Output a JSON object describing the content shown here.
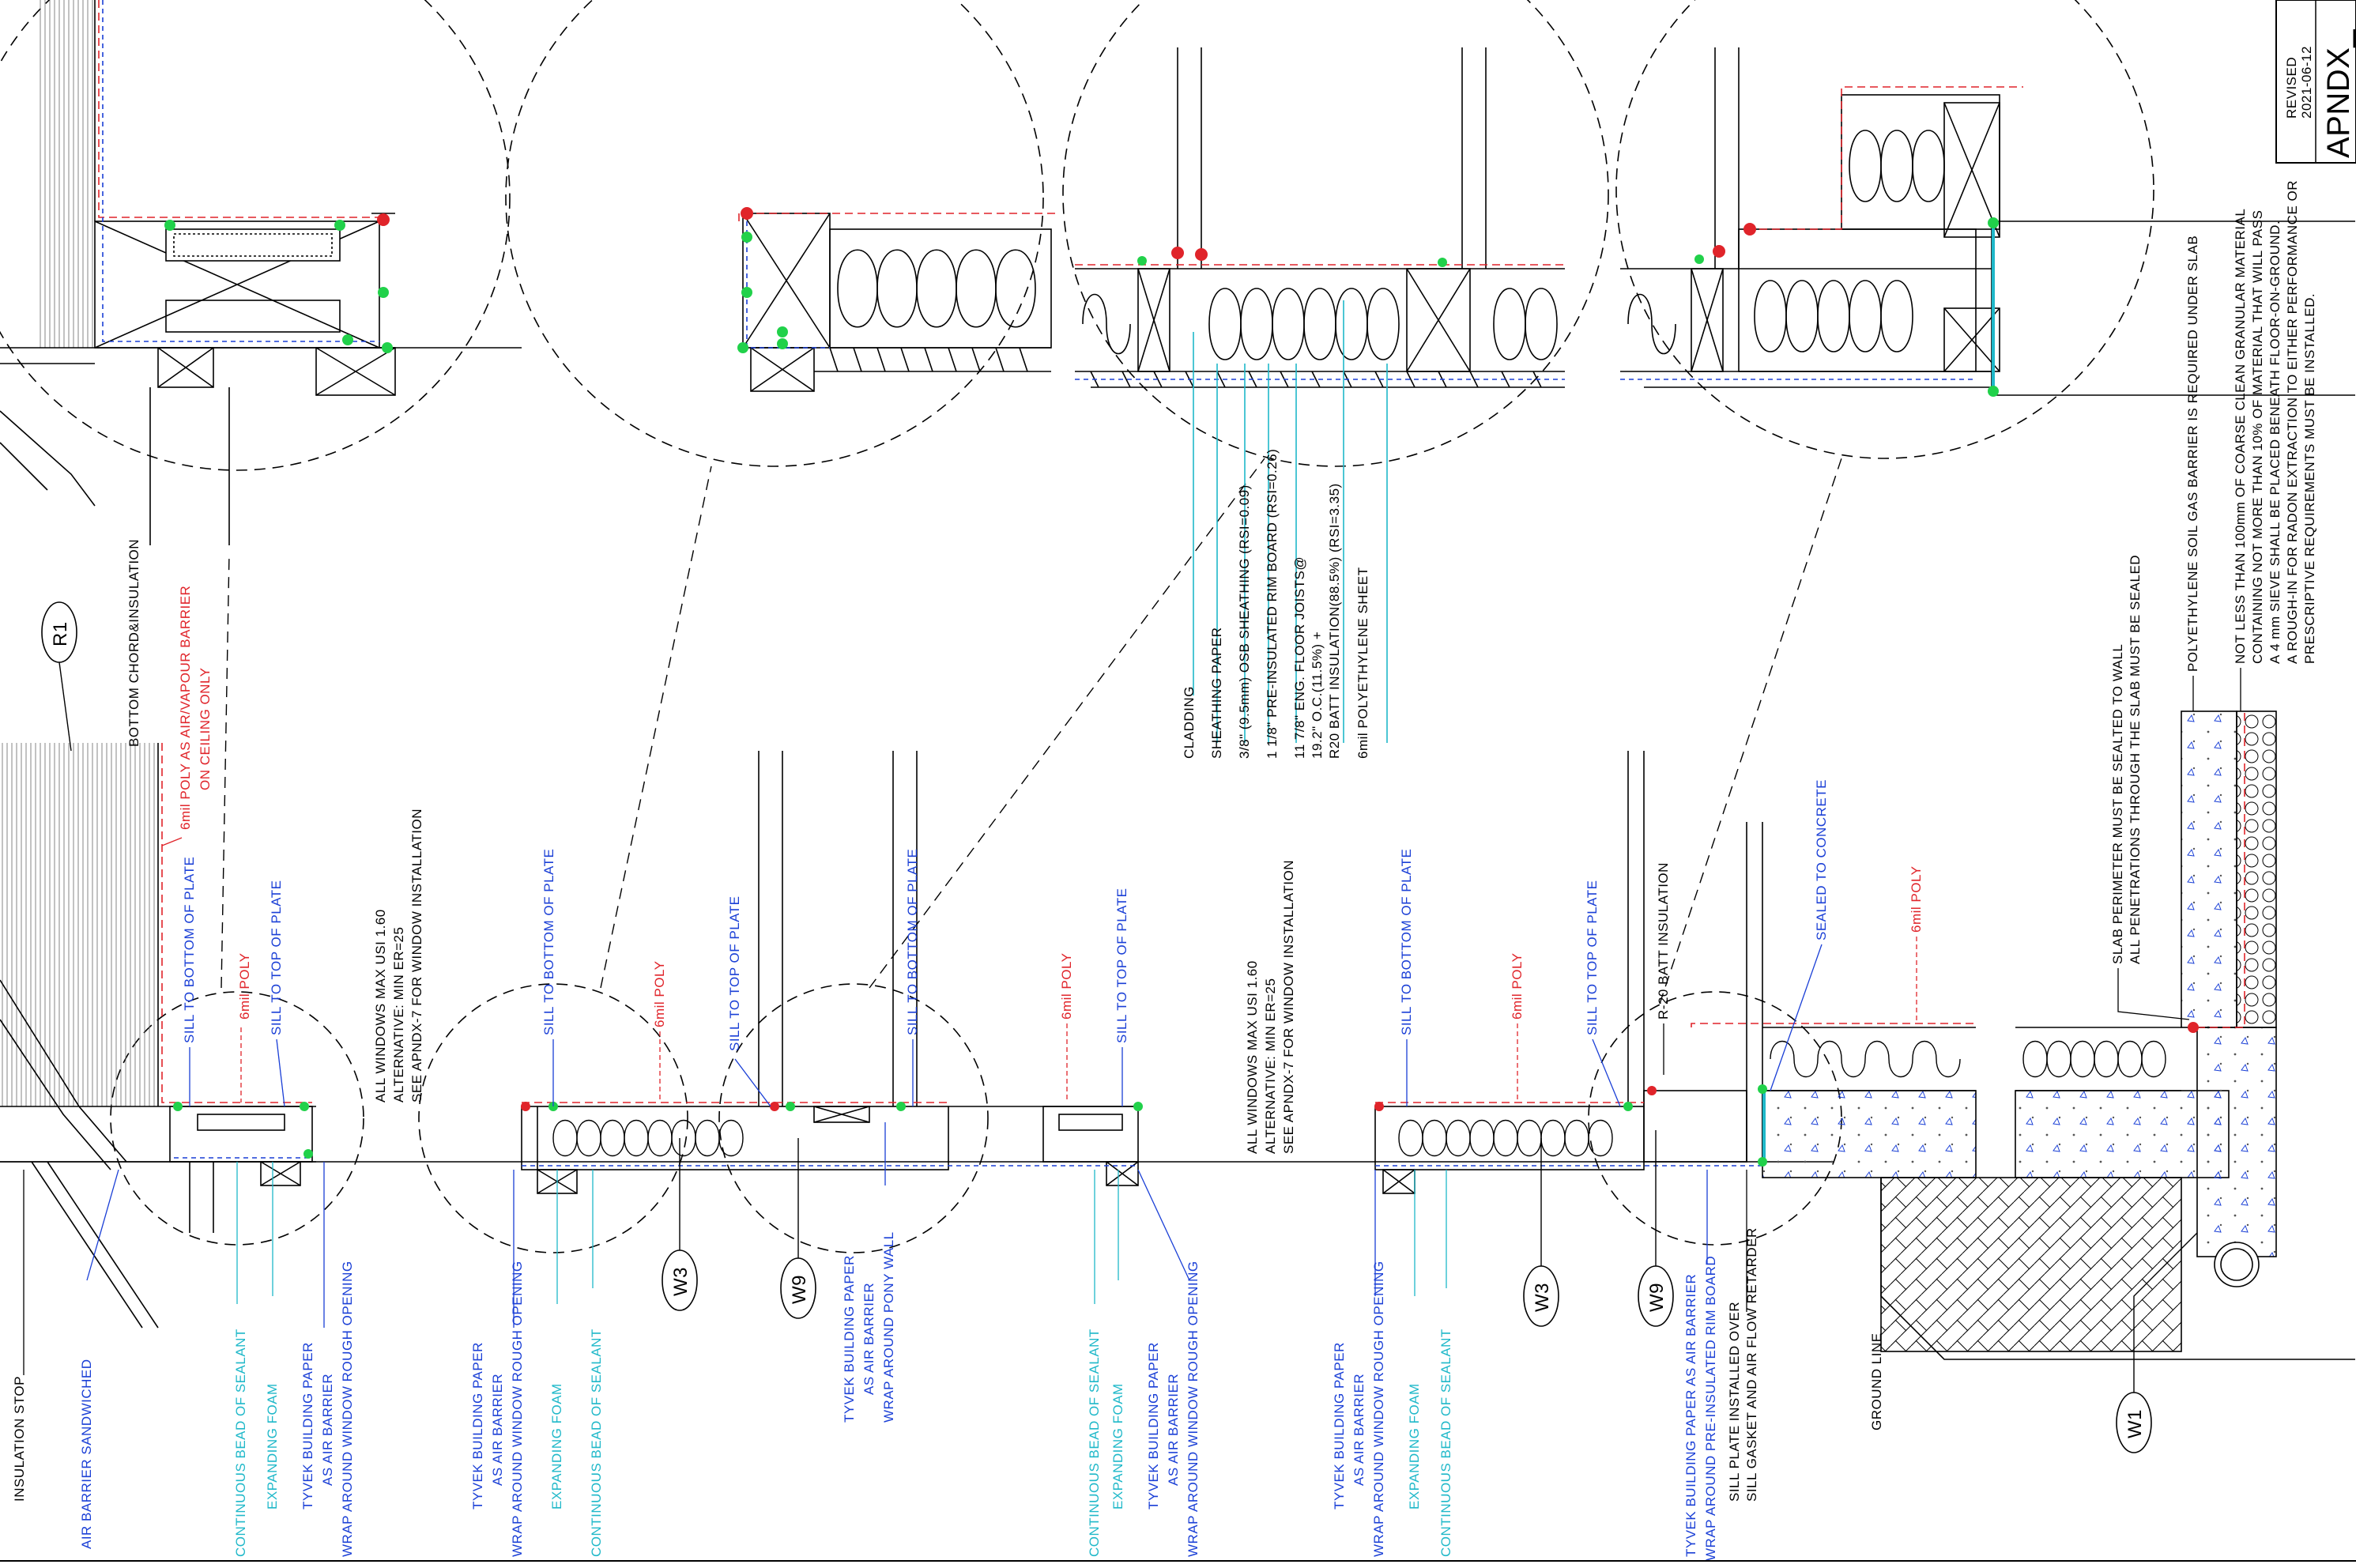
{
  "title_block": {
    "revised_label": "REVISED",
    "revised_date": "2021-06-12",
    "sheet_code": "APNDX_"
  },
  "bubbles": {
    "r1": "R1",
    "w3_a": "W3",
    "w9_a": "W9",
    "w3_b": "W3",
    "w9_b": "W9",
    "w1": "W1"
  },
  "labels": {
    "insulation_stop": "INSULATION STOP",
    "air_barrier_sandwiched": "AIR BARRIER SANDWICHED",
    "continuous_bead_1": "CONTINUOUS BEAD OF SEALANT",
    "expanding_foam_1": "EXPANDING FOAM",
    "tyvek_1a": "TYVEK BUILDING PAPER",
    "tyvek_1b": "AS AIR BARRIER",
    "tyvek_1c": "WRAP AROUND WINDOW ROUGH OPENING",
    "bottom_chord": "BOTTOM CHORD&INSULATION",
    "poly_ceiling_a": "6mil POLY AS AIR/VAPOUR BARRIER",
    "poly_ceiling_b": "ON CEILING ONLY",
    "sill_bottom_1": "SILL TO BOTTOM OF PLATE",
    "poly_1": "6mil POLY",
    "sill_top_1": "SILL TO TOP OF PLATE",
    "windows_note_1a": "ALL WINDOWS MAX USI 1.60",
    "windows_note_1b": "ALTERNATIVE: MIN ER=25",
    "windows_note_1c": "SEE APNDX-7 FOR WINDOW INSTALLATION",
    "tyvek_2a": "TYVEK BUILDING PAPER",
    "tyvek_2b": "AS AIR BARRIER",
    "tyvek_2c": "WRAP AROUND WINDOW ROUGH OPENING",
    "expanding_foam_2": "EXPANDING FOAM",
    "continuous_bead_2": "CONTINUOUS BEAD OF SEALANT",
    "sill_bottom_2": "SILL TO BOTTOM OF PLATE",
    "poly_2": "6mil POLY",
    "sill_top_2": "SILL TO TOP OF PLATE",
    "tyvek_pony_a": "TYVEK BUILDING PAPER",
    "tyvek_pony_b": "AS AIR BARRIER",
    "tyvek_pony_c": "WRAP AROUND PONY WALL",
    "sill_bottom_3": "SILL TO BOTTOM OF PLATE",
    "poly_3": "6mil POLY",
    "sill_top_3": "SILL TO TOP OF PLATE",
    "continuous_bead_3": "CONTINUOUS BEAD OF SEALANT",
    "expanding_foam_3": "EXPANDING FOAM",
    "tyvek_3a": "TYVEK BUILDING PAPER",
    "tyvek_3b": "AS AIR BARRIER",
    "tyvek_3c": "WRAP AROUND WINDOW ROUGH OPENING",
    "windows_note_2a": "ALL WINDOWS MAX USI 1.60",
    "windows_note_2b": "ALTERNATIVE: MIN ER=25",
    "windows_note_2c": "SEE APNDX-7 FOR WINDOW INSTALLATION",
    "layer_cladding": "CLADDING",
    "layer_sheathing_paper": "SHEATHING PAPER",
    "layer_osb": "3/8\" (9.5mm) OSB SHEATHING (RSI=0.09)",
    "layer_rim": "1 1/8\" PRE-INSULATED RIM BOARD (RSI=0.26)",
    "layer_joists_a": "11 7/8\" ENG. FLOOR JOISTS@",
    "layer_joists_b": "19.2\" O.C.(11.5%) +",
    "layer_joists_c": "R20 BATT INSULATION(88.5%) (RSI=3.35)",
    "layer_poly_sheet": "6mil POLYETHYLENE SHEET",
    "tyvek_4a": "TYVEK BUILDING PAPER",
    "tyvek_4b": "AS AIR BARRIER",
    "tyvek_4c": "WRAP AROUND WINDOW ROUGH OPENING",
    "expanding_foam_4": "EXPANDING FOAM",
    "continuous_bead_4": "CONTINUOUS BEAD OF SEALANT",
    "sill_bottom_4": "SILL TO BOTTOM OF PLATE",
    "poly_4": "6mil POLY",
    "sill_top_4": "SILL TO TOP OF PLATE",
    "r20_batt": "R-20 BATT INSULATION",
    "sealed_concrete": "SEALED TO CONCRETE",
    "poly_5": "6mil POLY",
    "tyvek_rim_a": "TYVEK BUILDING PAPER AS AIR BARRIER",
    "tyvek_rim_b": "WRAP AROUND PRE-INSULATED RIM BOARD",
    "sill_plate_a": "SILL PLATE INSTALLED OVER",
    "sill_plate_b": "SILL GASKET AND AIR FLOW RETARDER",
    "ground_line": "GROUND LINE",
    "slab_perimeter_a": "SLAB PERIMETER MUST BE SEALTED TO WALL",
    "slab_perimeter_b": "ALL PENETRATIONS THROUGH THE SLAB MUST BE SEALED",
    "soil_gas": "POLYETHYLENE SOIL GAS BARRIER IS REQUIRED UNDER SLAB",
    "granular_a": "NOT LESS THAN 100mm OF COARSE CLEAN GRANULAR MATERIAL",
    "granular_b": "CONTAINING NOT MORE THAN 10% OF MATERIAL THAT WILL PASS",
    "granular_c": "A 4 mm SIEVE SHALL BE PLACED BENEATH FLOOR-ON-GROUND.",
    "granular_d": "A ROUGH-IN FOR RADON EXTRACTION TO EITHER PERFORMANCE OR",
    "granular_e": "PRESCRIPTIVE REQUIREMENTS MUST BE INSTALLED."
  },
  "colors": {
    "line": "#000000",
    "blue": "#1a3fd6",
    "cyan": "#1fb8c9",
    "red": "#e0242a",
    "green": "#21d14a"
  }
}
